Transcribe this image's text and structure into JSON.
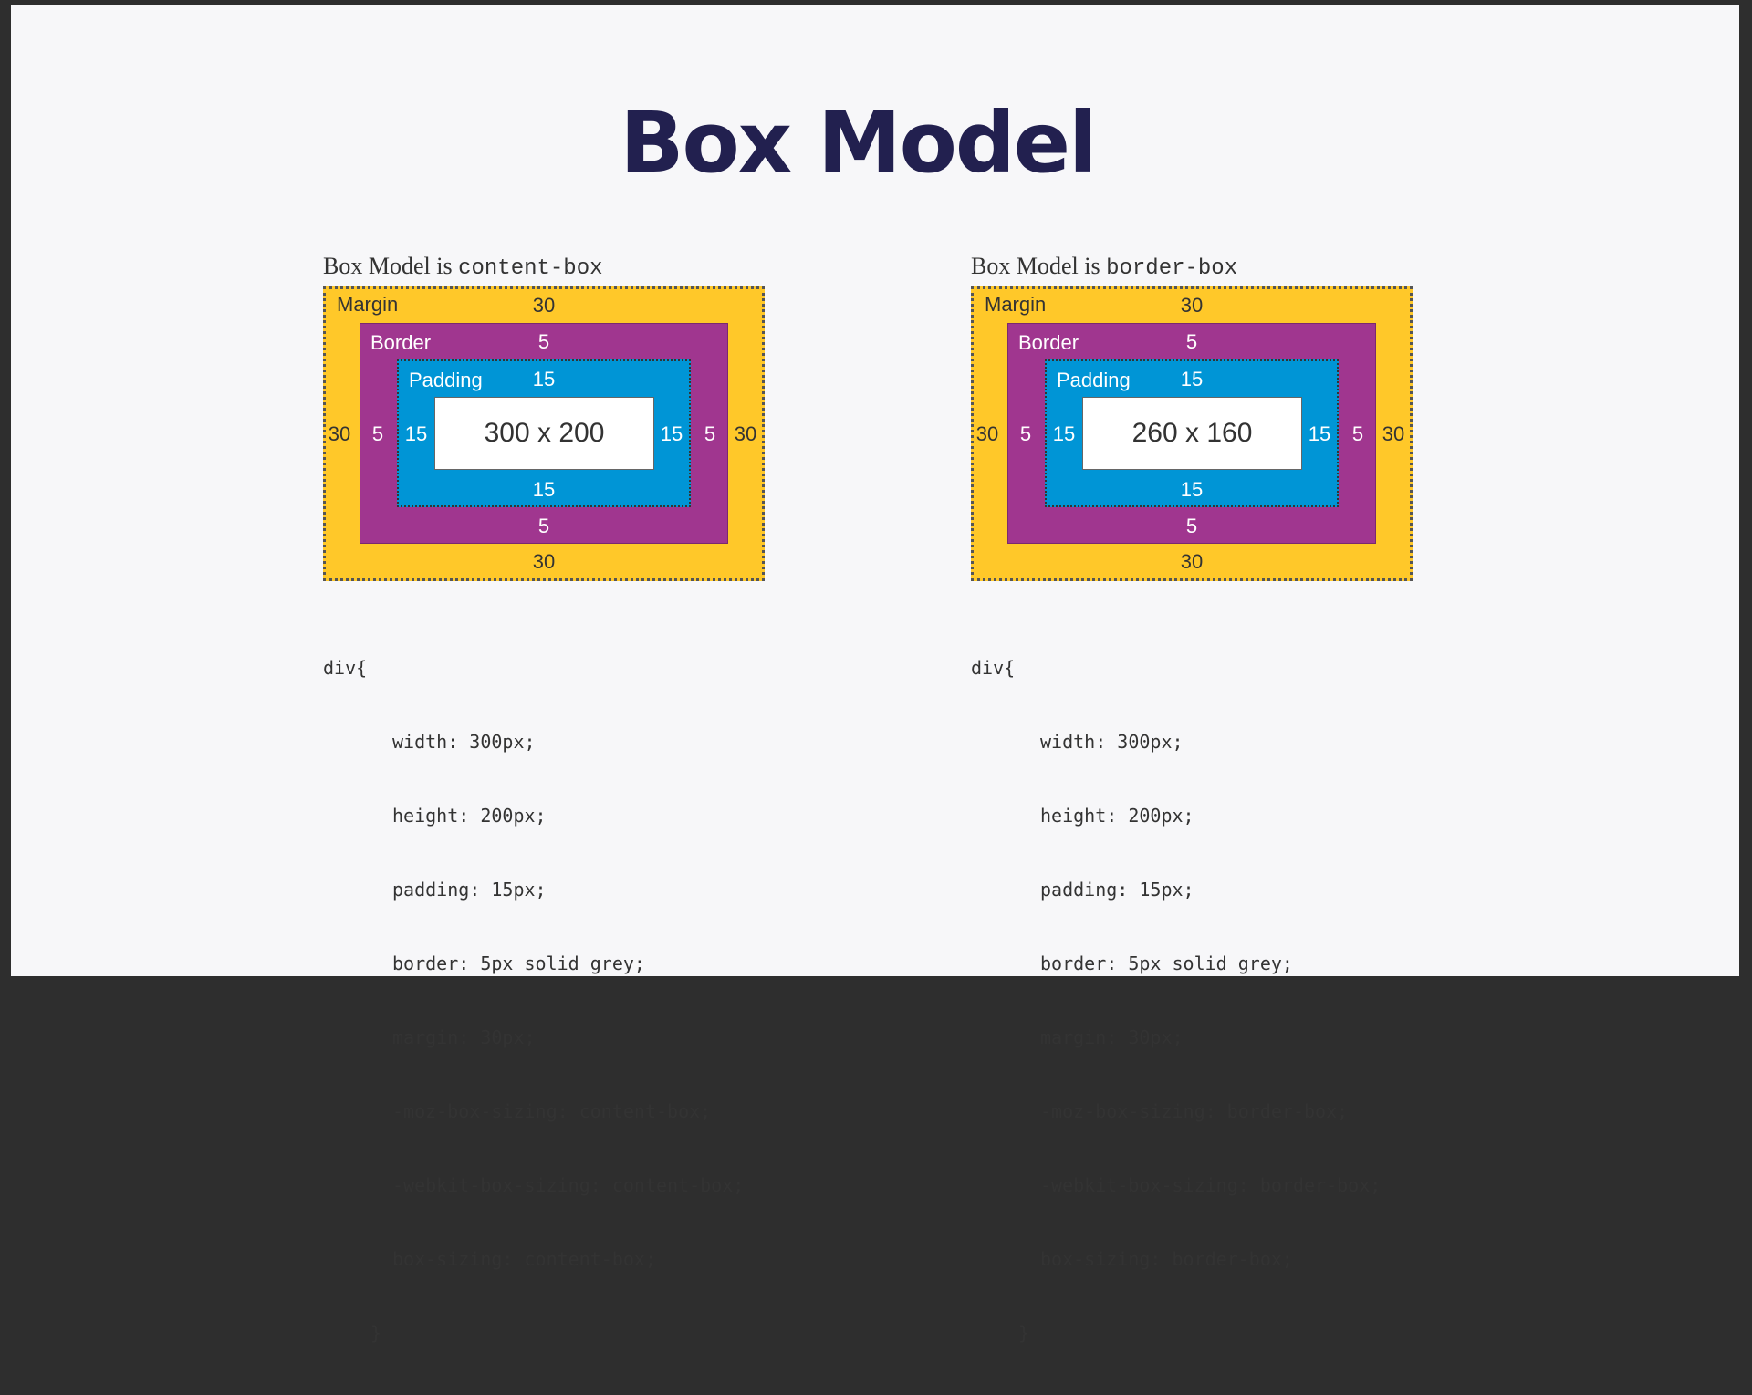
{
  "title": "Box Model",
  "colors": {
    "margin": "#ffc829",
    "border": "#a0368f",
    "padding": "#0095d6",
    "content": "#ffffff",
    "title": "#22204f"
  },
  "panels": [
    {
      "caption_prefix": "Box Model is ",
      "caption_code": "content-box",
      "labels": {
        "margin": "Margin",
        "border": "Border",
        "padding": "Padding"
      },
      "margin_value": "30",
      "border_value": "5",
      "padding_value": "15",
      "content_size": "300 x 200",
      "code_open": "div{",
      "code_lines": [
        "width: 300px;",
        "height: 200px;",
        "padding: 15px;",
        "border: 5px solid grey;",
        "margin: 30px;",
        "-moz-box-sizing: content-box;",
        "-webkit-box-sizing: content-box;",
        "box-sizing: content-box;"
      ],
      "code_close": "}"
    },
    {
      "caption_prefix": "Box Model is ",
      "caption_code": "border-box",
      "labels": {
        "margin": "Margin",
        "border": "Border",
        "padding": "Padding"
      },
      "margin_value": "30",
      "border_value": "5",
      "padding_value": "15",
      "content_size": "260 x 160",
      "code_open": "div{",
      "code_lines": [
        "width: 300px;",
        "height: 200px;",
        "padding: 15px;",
        "border: 5px solid grey;",
        "margin: 30px;",
        "-moz-box-sizing: border-box;",
        "-webkit-box-sizing: border-box;",
        "box-sizing: border-box;"
      ],
      "code_close": "}"
    }
  ]
}
